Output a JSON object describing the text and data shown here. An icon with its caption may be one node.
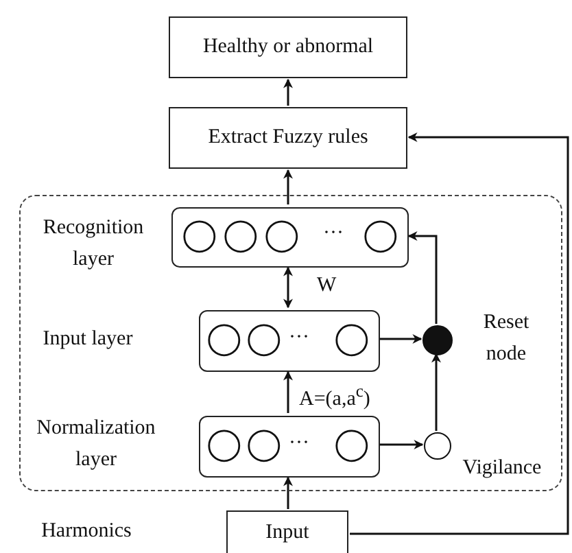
{
  "diagram": {
    "nodes": [
      {
        "text": [
          "Healthy or abnormal"
        ]
      },
      {
        "text": [
          "Extract Fuzzy rules"
        ]
      },
      {
        "text": [],
        "shape": "box"
      },
      {
        "text": [
          "···"
        ],
        "in": 2,
        "beside": [
          "Recognition layer"
        ]
      },
      {
        "text": [
          "···"
        ],
        "in": 2,
        "beside": [
          "Input layer"
        ]
      },
      {
        "text": [
          "···"
        ],
        "in": 2,
        "beside": [
          "Normalization layer"
        ]
      },
      {
        "text": [],
        "shape": "circle",
        "in": 2,
        "beside": [
          "Reset node"
        ]
      },
      {
        "text": [],
        "shape": "circle",
        "in": 2,
        "beside": [
          "Vigilance"
        ]
      },
      {
        "text": [
          "Input"
        ]
      }
    ],
    "edges": [
      {
        "from": 1,
        "to": 0,
        "arrow": "to"
      },
      {
        "from": 3,
        "to": 1,
        "arrow": "to"
      },
      {
        "from": 3,
        "to": 4,
        "arrow": "both",
        "label": "W"
      },
      {
        "from": 5,
        "to": 4,
        "arrow": "to",
        "label": "A=(a,a$^{c}$)"
      },
      {
        "from": 4,
        "to": 6,
        "arrow": "to"
      },
      {
        "from": 5,
        "to": 7,
        "arrow": "to"
      },
      {
        "from": 7,
        "to": 6,
        "arrow": "to"
      },
      {
        "from": 6,
        "to": 3,
        "arrow": "to"
      },
      {
        "from": 8,
        "to": 5,
        "arrow": "to"
      },
      {
        "from": 8,
        "to": 1,
        "arrow": "to"
      }
    ],
    "labels": [
      "Harmonics"
    ]
  }
}
